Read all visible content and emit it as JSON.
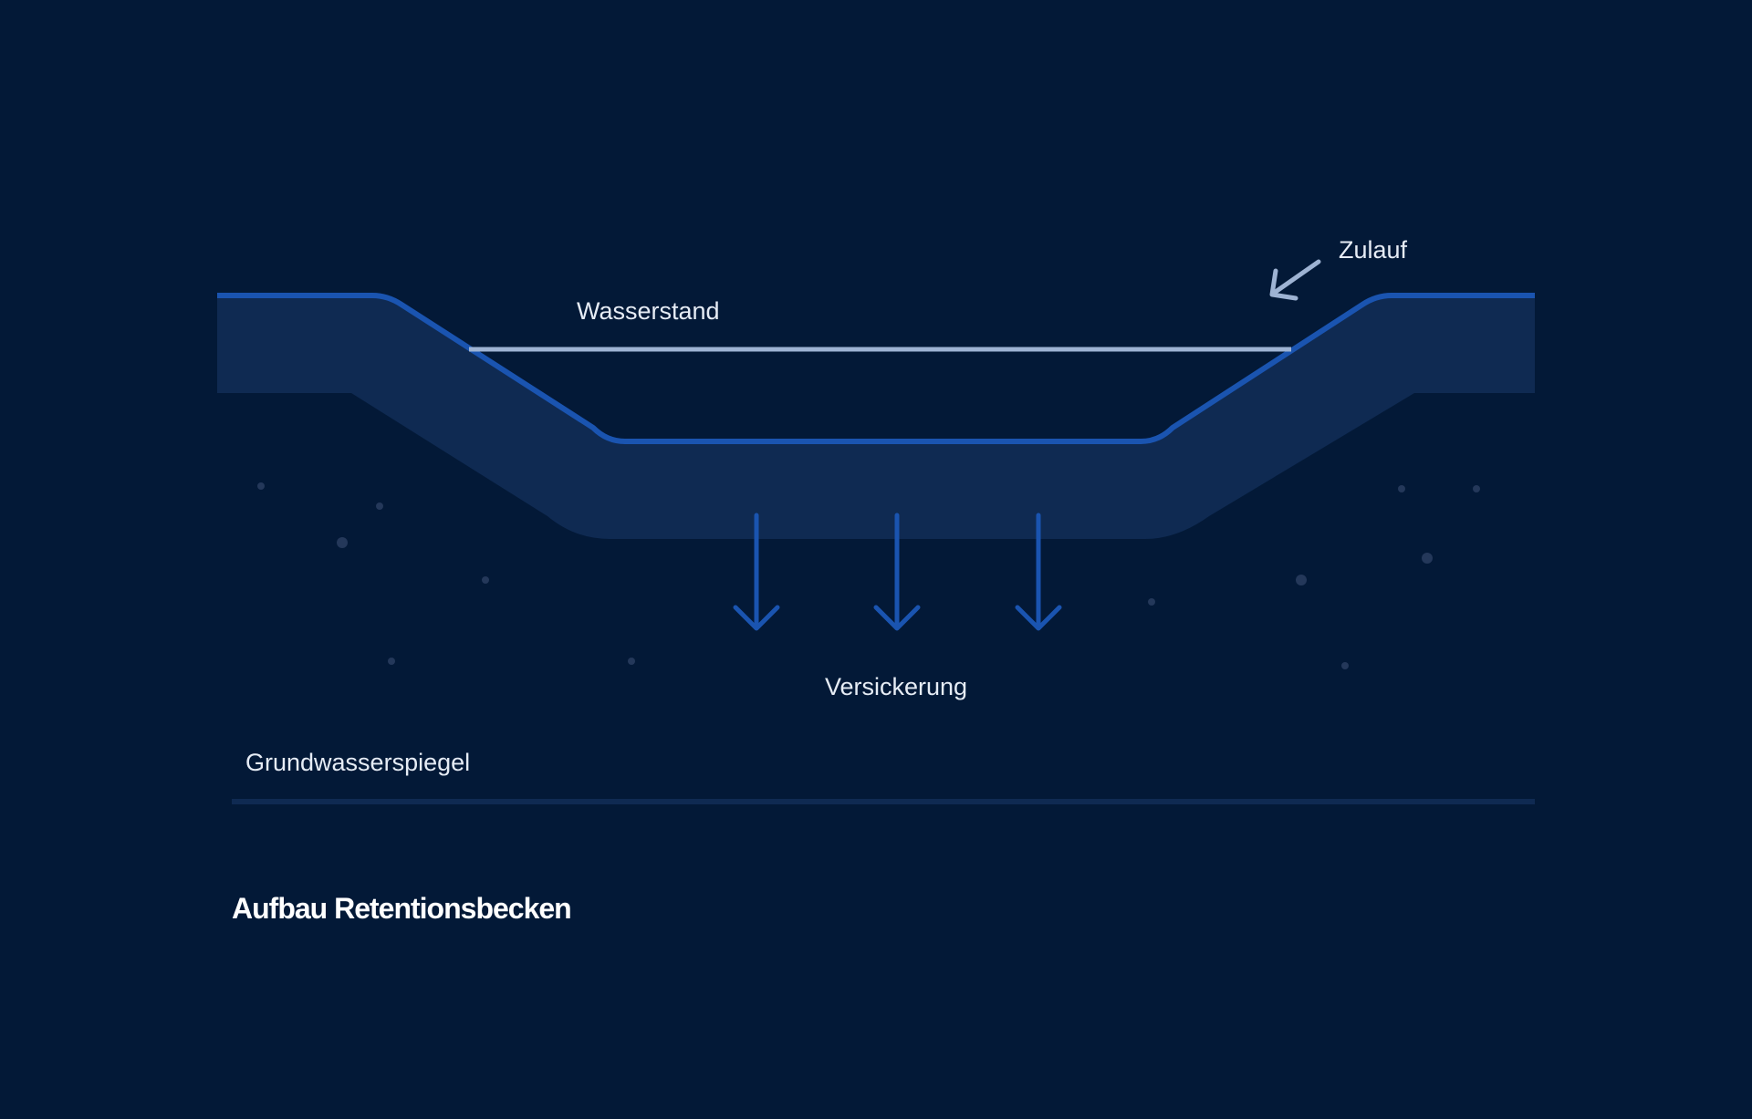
{
  "diagram": {
    "title": "Aufbau Retentionsbecken",
    "labels": {
      "water_level": "Wasserstand",
      "inflow": "Zulauf",
      "infiltration": "Versickerung",
      "groundwater": "Grundwasserspiegel"
    }
  },
  "colors": {
    "background": "#031937",
    "basin_fill": "#0f2a52",
    "basin_outline": "#1a54b0",
    "water_line": "#9eb3d3",
    "infiltration_arrows": "#1a54b0",
    "inflow_arrow": "#9eb3d3",
    "groundwater_line": "#0f2a52",
    "soil_dots": "#24385a",
    "text": "#e6ecf5"
  },
  "icons": {
    "inflow": "arrow-down-left-icon",
    "infiltration": "arrow-down-icon"
  }
}
